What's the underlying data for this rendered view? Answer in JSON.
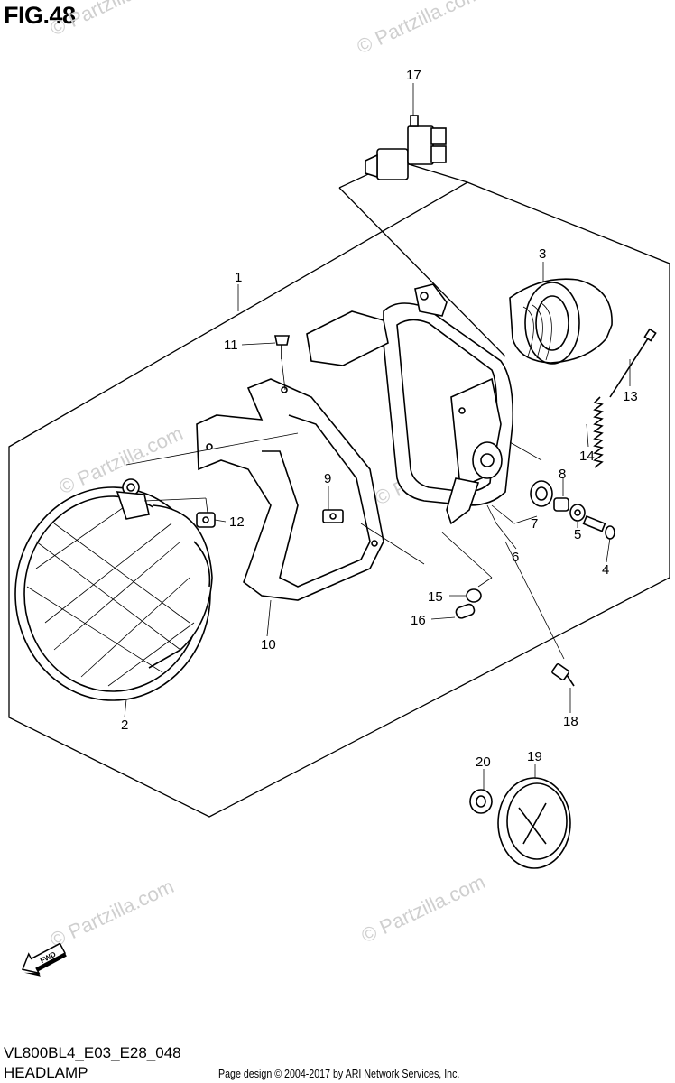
{
  "figure_title": "FIG.48",
  "model_code": "VL800BL4_E03_E28_048",
  "section_name": "HEADLAMP",
  "copyright": "Page design © 2004-2017 by ARI Network Services, Inc.",
  "watermark": "© Partzilla.com",
  "fwd_label": "FWD",
  "callouts": {
    "c1": "1",
    "c2": "2",
    "c3": "3",
    "c4": "4",
    "c5": "5",
    "c6": "6",
    "c7": "7",
    "c8": "8",
    "c9": "9",
    "c10": "10",
    "c11": "11",
    "c12": "12",
    "c13": "13",
    "c14": "14",
    "c15": "15",
    "c16": "16",
    "c17": "17",
    "c18": "18",
    "c19": "19",
    "c20": "20"
  }
}
